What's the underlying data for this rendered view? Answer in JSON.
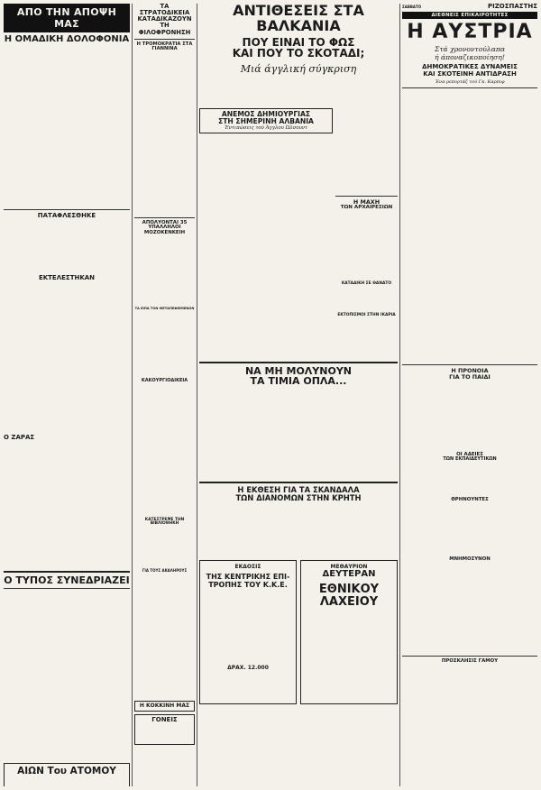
{
  "col1": {
    "h_top": "ΑΠΟ ΤΗΝ ΑΠΟΨΗ ΜΑΣ",
    "h_sub": "Η ΟΜΑΔΙΚΗ ΔΟΛΟΦΟΝΙΑ",
    "h_pat": "ΠΑΤΑΦΛΕΣΘΗΚΕ",
    "h_erk": "ΕΚΤΕΛΕΣΤΗΚΑΝ",
    "h_zar": "Ο ΖΑΡΑΣ",
    "h_tipos": "Ο ΤΥΠΟΣ ΣΥΝΕΔΡΙΑΖΕΙ",
    "ad_title": "ΑΙΩΝ Του ΑΤΟΜΟΥ"
  },
  "col2": {
    "h_top": "ΤΑ ΣΤΡΑΤΟΔΙΚΕΙΑ ΚΑΤΑΔΙΚΑΖΟΥΝ ΤΗ ΦΙΛΟΦΡΟΝΗΣΗ",
    "h_trom": "Η ΤΡΟΜΟΚΡΑΤΙΑ ΣΤΑ ΓΙΑΝΝΙΝΑ",
    "h_apol": "ΑΠΟΛΥΟΝΤΑΙ 35 ΥΠΑΛΛΗΛΟΙ ΜΟΖΟΚΕΝΚΕΙΗ",
    "h_apol_sub": "ΤΑ ΕΙΠΑ ΤΟΝ ΜΕΤΑΠΕΦΕΙΜΕΝΟΝ",
    "h_kal": "ΚΑΚΟΥΡΓΙΟΔΙΚΕΙΑ",
    "h_kat": "ΚΑΤΕΣΤΡΕΨΕ ΤΗΝ ΒΙΒΛΙΟΘΗΚΗ",
    "h_sub2": "ΓΙΑ ΤΟΥΣ ΑΚΑΛΗΡΟΥΣ",
    "ad_title": "Η ΚΟΚΚΙΝΗ ΜΑΣ",
    "ad_gon": "ΓΟΝΕΙΣ"
  },
  "col3": {
    "headline1": "ΑΝΤΙΘΕΣΕΙΣ ΣΤΑ ΒΑΛΚΑΝΙΑ",
    "headline2": "ΠΟΥ ΕΙΝΑΙ ΤΟ ΦΩΣ",
    "headline3": "ΚΑΙ ΠΟΥ ΤΟ ΣΚΟΤΑΔΙ;",
    "subtitle": "Μιά άγγλική σύγκριση",
    "h_anemos1": "ΑΝΕΜΟΣ ΔΗΜΙΟΥΡΓΙΑΣ",
    "h_anemos2": "ΣΤΗ ΣΗΜΕΡΙΝΗ ΑΛΒΑΝΙΑ",
    "h_anemos_sub": "Έντιπώσεις τού Άγγλου Ώλσουντ",
    "h_max1": "Η ΜΑΧΗ",
    "h_max2": "ΤΩΝ ΑΡΧΑΙΡΕΣΙΩΝ",
    "h_kat_death": "ΚΑΤΑΔΙΚΗ ΣΕ ΘΑΝΑΤΟ",
    "h_ektop": "ΕΚΤΟΠΙΣΜΟΙ ΣΤΗΝ ΙΚΑΡΙΑ",
    "h_na1": "ΝΑ ΜΗ ΜΟΛΥΝΟΥΝ",
    "h_na2": "ΤΑ ΤΙΜΙΑ ΟΠΛΑ...",
    "h_ekthesi1": "Η ΕΚΘΕΣΗ ΓΙΑ ΤΑ ΣΚΑΝΔΑΛΑ",
    "h_ekthesi2": "ΤΩΝ ΔΙΑΝΟΜΩΝ ΣΤΗΝ ΚΡΗΤΗ",
    "ad_left_top": "ΕΚΔΟΣΙΣ",
    "ad_left": "ΤΗΣ ΚΕΝΤΡΙΚΗΣ ΕΠΙ- ΤΡΟΠΗΣ ΤΟΥ Κ.Κ.Ε.",
    "ad_right_top": "ΜΕΘΑΥΡΙΟΝ",
    "ad_right_day": "ΔΕΥΤΕΡΑΝ",
    "ad_right_big": "ΕΘΝΙΚΟΥ ΛΑΧΕΙΟΥ",
    "ad_left_price": "ΔΡΑΧ. 12.000"
  },
  "col4": {
    "masthead": "ΡΙΖΟΣΠΑΣΤΗΣ",
    "dateline": "ΣΑΒΒΑΤΟ",
    "kicker": "ΔΙΕΘΝΕΙΣ ΕΠΙΚΑΙΡΟΤΗΤΕΣ",
    "headline": "Η ΑΥΣΤΡΙΑ",
    "deck1": "Στά χρονοντούλαπα",
    "deck2": "ή άποναζικοποίηση!",
    "sub1": "ΔΗΜΟΚΡΑΤΙΚΕΣ ΔΥΝΑΜΕΙΣ",
    "sub2": "ΚΑΙ ΣΚΟΤΕΙΝΗ ΑΝΤΙΔΡΑΣΗ",
    "byline": "Ένα ρεπορτάζ τού Γκ. Καρπιφ",
    "h_pronoia1": "Η ΠΡΟΝΟΙΑ",
    "h_pronoia2": "ΓΙΑ ΤΟ ΠΑΙΔΙ",
    "h_oi1": "ΟΙ ΑΔΕΙΕΣ",
    "h_oi2": "ΤΩΝ ΕΚΠΑΙΔΕΥΤΙΚΩΝ",
    "h_thr": "ΘΡΗΝΟΥΝΤΕΣ",
    "h_mnimo": "ΜΝΗΜΟΣΥΝΟΝ",
    "h_gamos": "ΠΡΟΣΚΛΗΣΙΣ ΓΑΜΟΥ"
  }
}
